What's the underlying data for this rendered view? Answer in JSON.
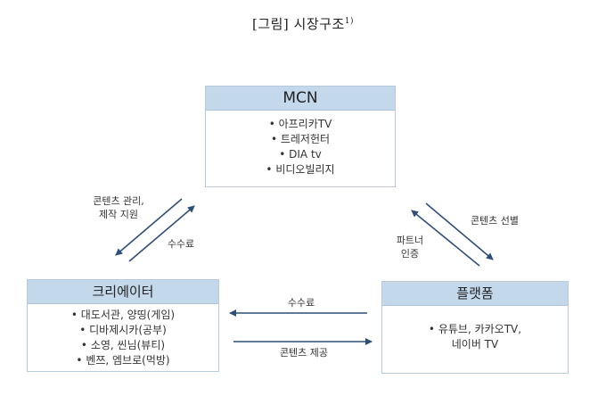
{
  "title": {
    "text": "[그림] 시장구조",
    "note": "1)"
  },
  "nodes": {
    "mcn": {
      "title": "MCN",
      "items": [
        "아프리카TV",
        "트레저헌터",
        "DIA tv",
        "비디오빌리지"
      ]
    },
    "creator": {
      "title": "크리에이터",
      "items": [
        "대도서관, 양띵(게임)",
        "디바제시카(공부)",
        "소영, 씬님(뷰티)",
        "벤쯔, 엠브로(먹방)"
      ]
    },
    "platform": {
      "title": "플랫폼",
      "items": [
        "유튜브, 카카오TV,"
      ],
      "extra_line": "네이버 TV"
    }
  },
  "edges": {
    "content_mgmt": "콘텐츠 관리,\n제작 지원",
    "fee_left": "수수료",
    "content_select": "콘텐츠 선별",
    "partner_cert": "파트너\n인증",
    "fee_bottom": "수수료",
    "content_supply": "콘텐츠 제공"
  },
  "colors": {
    "header_fill": "#c4d8ec",
    "arrow": "#2f4f78",
    "border": "#b9c9dc"
  }
}
